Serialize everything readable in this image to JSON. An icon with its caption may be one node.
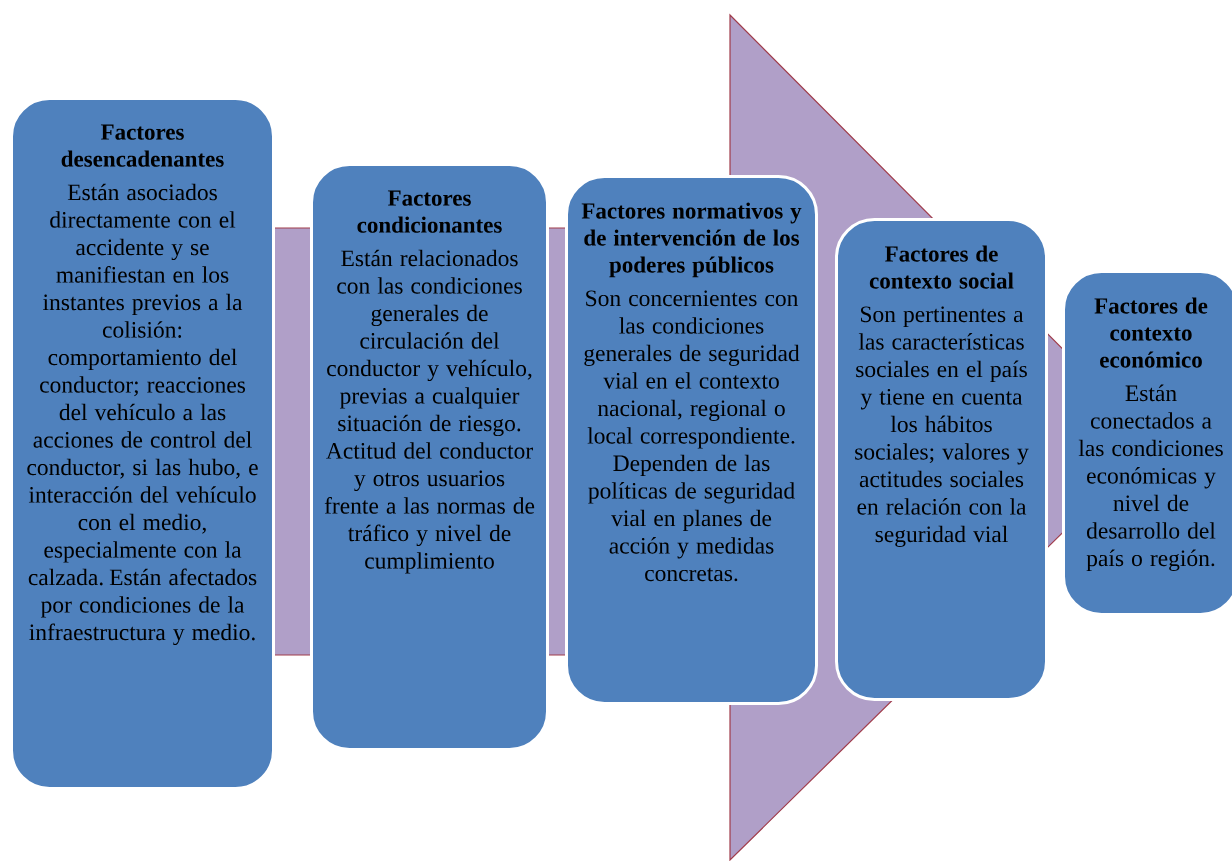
{
  "diagram": {
    "nodes": [
      {
        "text": [
          "Factores desencadenantes",
          "Están asociados directamente con el accidente y se manifiestan en los instantes previos a la colisión: comportamiento del conductor; reacciones del vehículo a las acciones de control del conductor, si las hubo, e interacción del vehículo con el medio, especialmente con la calzada. Están afectados por condiciones de la infraestructura y medio."
        ]
      },
      {
        "text": [
          "Factores condicionantes",
          "Están relacionados con las condiciones generales de circulación del conductor y vehículo, previas a cualquier situación de riesgo. Actitud del conductor y otros usuarios frente a las normas de tráfico y nivel de cumplimiento"
        ]
      },
      {
        "text": [
          "Factores normativos y de intervención de los poderes públicos",
          "Son concernientes con las condiciones generales de seguridad vial en el contexto nacional, regional o local correspondiente. Dependen de las políticas de seguridad vial en planes de acción y medidas concretas."
        ]
      },
      {
        "text": [
          "Factores de contexto social",
          "Son pertinentes a las características sociales en el país y tiene en cuenta los hábitos sociales; valores y actitudes sociales en relación con la seguridad vial"
        ]
      },
      {
        "text": [
          "Factores de contexto económico",
          "Están conectados a las condiciones económicas y nivel de desarrollo del país o región."
        ]
      }
    ],
    "edges": [
      {
        "from": 0,
        "to": 4,
        "arrow": "to"
      }
    ]
  }
}
